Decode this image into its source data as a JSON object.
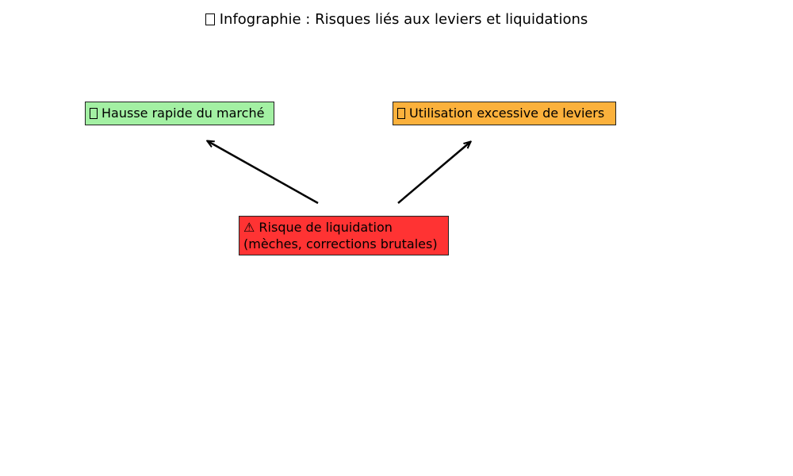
{
  "title": {
    "icon": "chart-icon",
    "text": "Infographie : Risques liés aux leviers et liquidations"
  },
  "nodes": {
    "market": {
      "icon": "rocket-icon",
      "label": "Hausse rapide du marché",
      "color": "#a3f0a3"
    },
    "leverage": {
      "icon": "money-icon",
      "label": "Utilisation excessive de leviers",
      "color": "#fbb13c"
    },
    "risk": {
      "icon": "warning-icon",
      "line1": "⚠ Risque de liquidation",
      "line2": "(mèches, corrections brutales)",
      "color": "#ff3333"
    }
  },
  "edges": [
    {
      "from": "risk",
      "to": "market"
    },
    {
      "from": "risk",
      "to": "leverage"
    }
  ]
}
